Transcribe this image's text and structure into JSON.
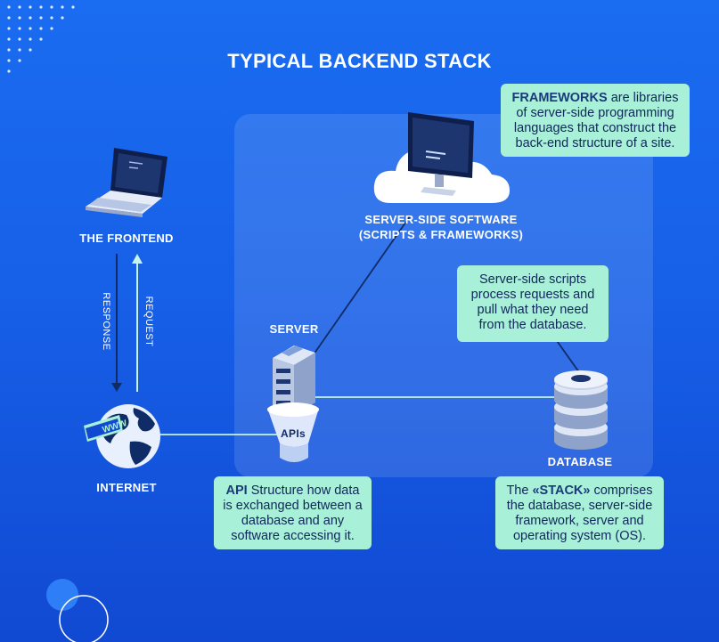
{
  "title": "TYPICAL BACKEND STACK",
  "nodes": {
    "frontend": "THE FRONTEND",
    "internet": "INTERNET",
    "server": "SERVER",
    "database": "DATABASE",
    "software_line1": "SERVER-SIDE SOFTWARE",
    "software_line2": "(SCRIPTS & FRAMEWORKS)",
    "apis": "APIs",
    "www": "WWW"
  },
  "arrows": {
    "response": "RESPONSE",
    "request": "REQUEST"
  },
  "notes": {
    "frameworks_term": "FRAMEWORKS",
    "frameworks_text": " are libraries of server-side programming languages that construct the back-end structure of a site.",
    "scripts_text": "Server-side scripts process requests and pull what they need from the database.",
    "api_term": "API",
    "api_text": " Structure how data is exchanged between a database and any software accessing it.",
    "stack_pre": "The ",
    "stack_term": "«STACK»",
    "stack_text": " comprises the database, server-side framework, server and operating system (OS)."
  },
  "colors": {
    "background": "#1760e8",
    "note_box": "#a9f0d8",
    "connector": "#c7f3ea"
  }
}
